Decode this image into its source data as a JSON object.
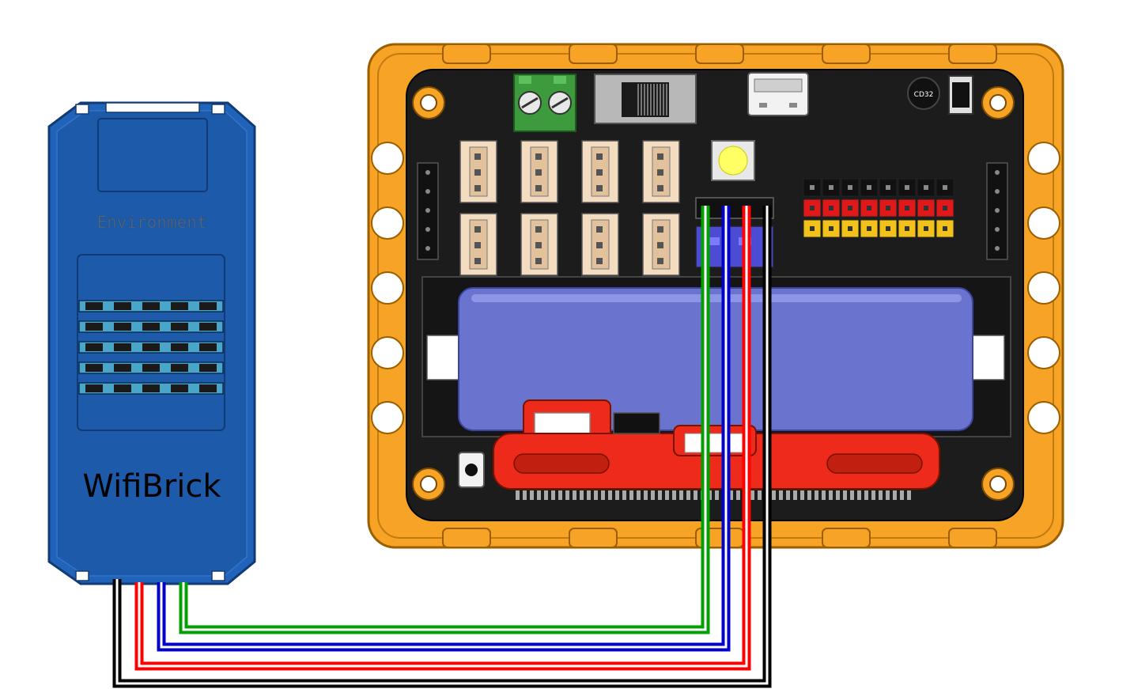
{
  "brick": {
    "top_label": "Environment",
    "name": "WifiBrick"
  },
  "board": {
    "ic_label": "CD32"
  },
  "colors": {
    "brick_blue": "#1f5fb8",
    "frame_orange": "#f5a623",
    "pcb_black": "#1e1e1e",
    "battery_blue": "#6a74cf",
    "wire_green": "#00a000",
    "wire_blue": "#0000c8",
    "wire_red": "#ff0000",
    "wire_black": "#000000"
  },
  "wires": [
    {
      "color": "green"
    },
    {
      "color": "blue"
    },
    {
      "color": "red"
    },
    {
      "color": "black"
    }
  ]
}
